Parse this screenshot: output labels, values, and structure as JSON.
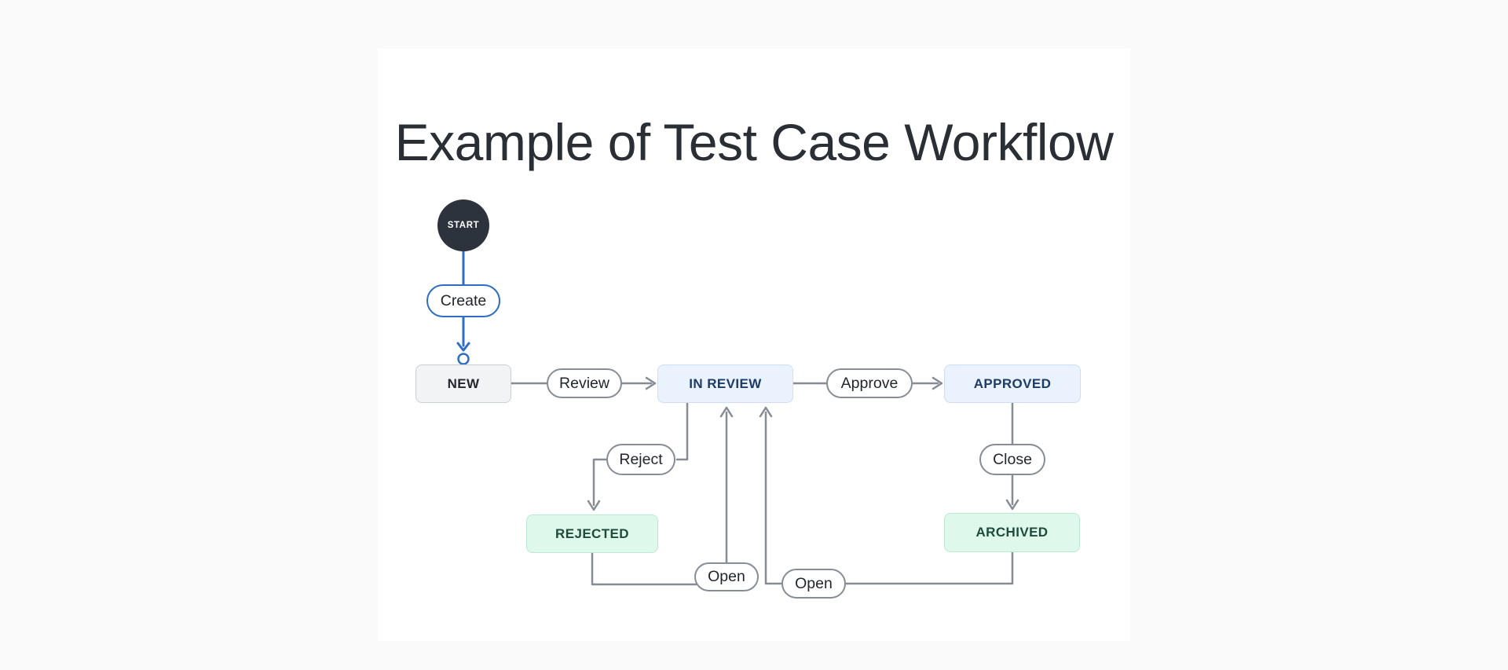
{
  "page": {
    "title": "Example of Test Case Workflow"
  },
  "colors": {
    "page_background": "#fafafa",
    "sheet_background": "#ffffff",
    "title_text": "#2a2e35",
    "start_node": "#2d333d",
    "accent_blue": "#2e6fc4",
    "connector_gray": "#868c94",
    "state_default_bg": "#f2f3f4",
    "state_blue_bg": "#e9f2fd",
    "state_blue_text": "#1d3c66",
    "state_green_bg": "#def8eb",
    "state_green_text": "#1e4b3a"
  },
  "diagram": {
    "start": {
      "label": "START"
    },
    "states": {
      "new": {
        "label": "NEW"
      },
      "in_review": {
        "label": "IN REVIEW"
      },
      "approved": {
        "label": "APPROVED"
      },
      "rejected": {
        "label": "REJECTED"
      },
      "archived": {
        "label": "ARCHIVED"
      }
    },
    "transitions": {
      "create": {
        "label": "Create",
        "from": "START",
        "to": "NEW"
      },
      "review": {
        "label": "Review",
        "from": "NEW",
        "to": "IN REVIEW"
      },
      "approve": {
        "label": "Approve",
        "from": "IN REVIEW",
        "to": "APPROVED"
      },
      "reject": {
        "label": "Reject",
        "from": "IN REVIEW",
        "to": "REJECTED"
      },
      "close": {
        "label": "Close",
        "from": "APPROVED",
        "to": "ARCHIVED"
      },
      "open_rejected": {
        "label": "Open",
        "from": "REJECTED",
        "to": "IN REVIEW"
      },
      "open_archived": {
        "label": "Open",
        "from": "ARCHIVED",
        "to": "IN REVIEW"
      }
    }
  }
}
